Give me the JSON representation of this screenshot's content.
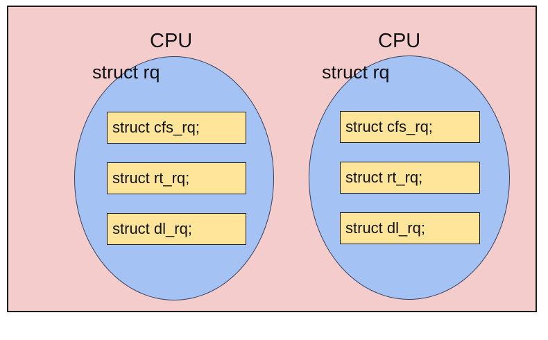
{
  "diagram": {
    "colors": {
      "page_background": "#FFFFFF",
      "system_container": "#F4CCCC",
      "rq_ellipse": "#A4C2F4",
      "queue_box": "#FFE599",
      "border": "#1B1B1B",
      "text": "#111111"
    },
    "cpus": [
      {
        "label": "CPU",
        "rq_label": "struct rq",
        "queues": [
          "struct cfs_rq;",
          "struct rt_rq;",
          "struct dl_rq;"
        ]
      },
      {
        "label": "CPU",
        "rq_label": "struct rq",
        "queues": [
          "struct cfs_rq;",
          "struct rt_rq;",
          "struct dl_rq;"
        ]
      }
    ]
  }
}
